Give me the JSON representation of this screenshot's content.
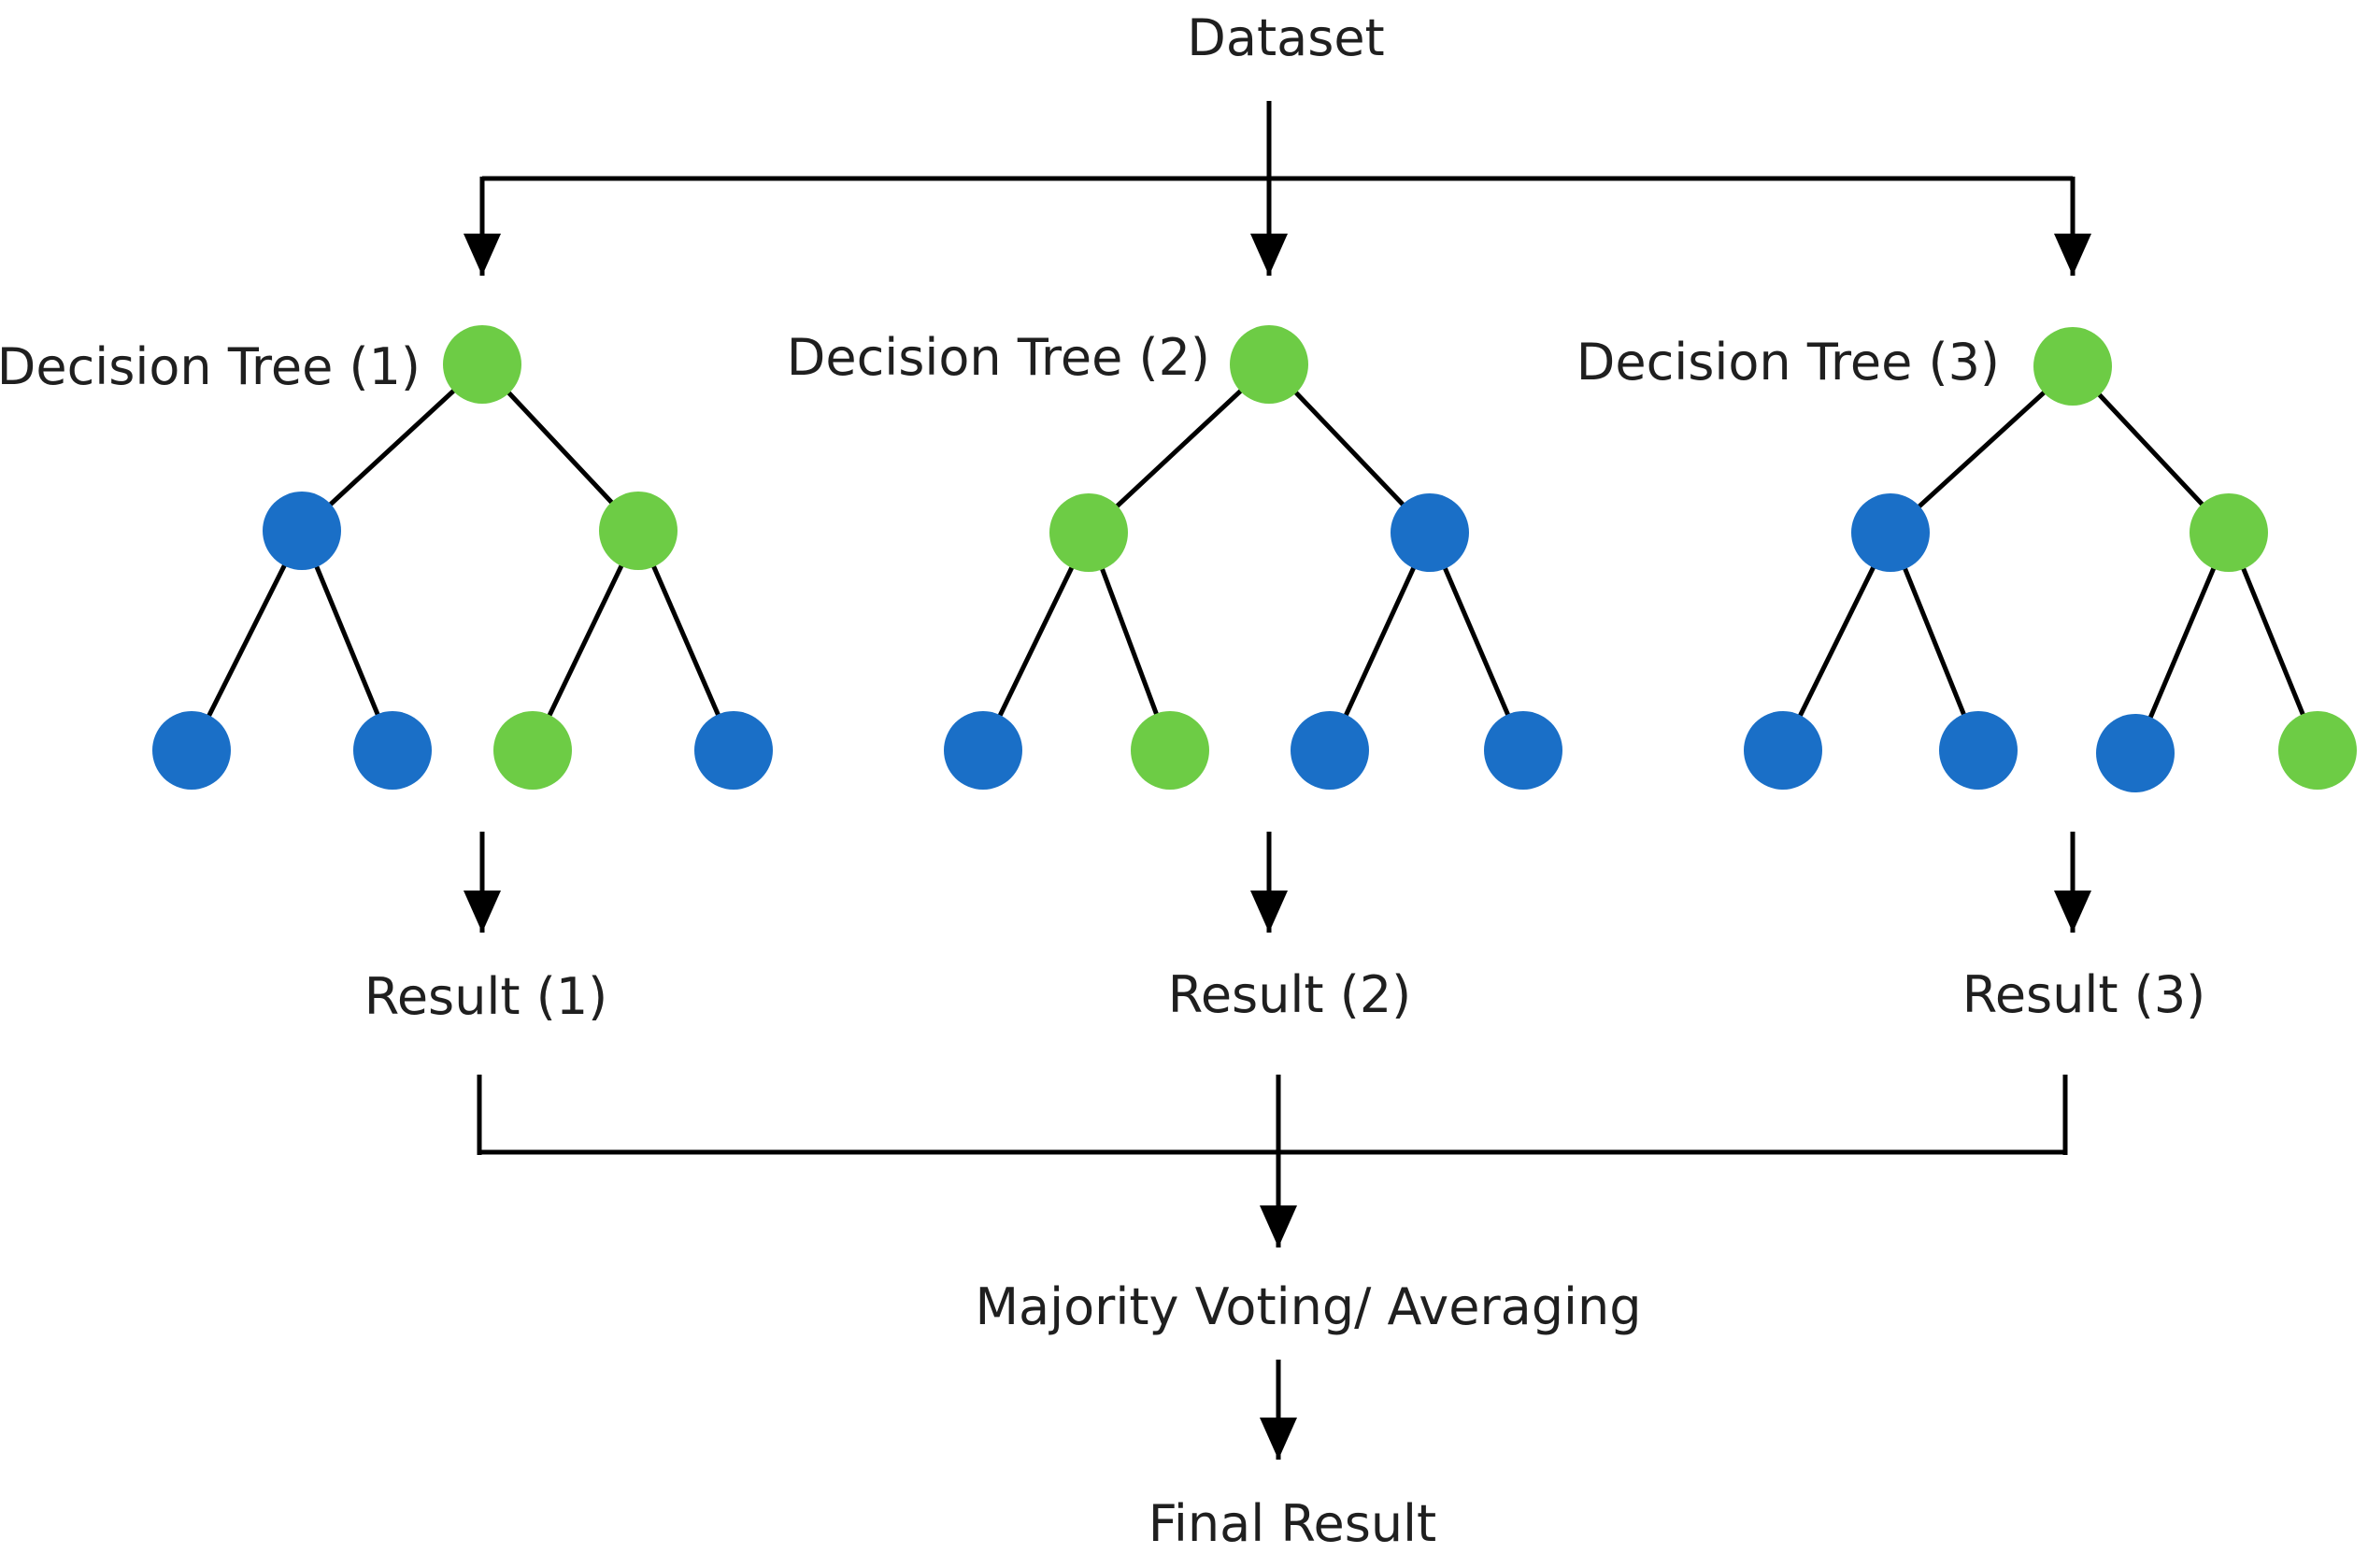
{
  "labels": {
    "dataset": "Dataset",
    "final_result": "Final Result",
    "aggregation": "Majority Voting/ Averaging"
  },
  "trees": [
    {
      "title": "Decision Tree (1)",
      "result": "Result (1)",
      "node_colors": [
        "green",
        "blue",
        "green",
        "blue",
        "blue",
        "green",
        "blue"
      ]
    },
    {
      "title": "Decision Tree (2)",
      "result": "Result (2)",
      "node_colors": [
        "green",
        "green",
        "blue",
        "blue",
        "green",
        "blue",
        "blue"
      ]
    },
    {
      "title": "Decision Tree (3)",
      "result": "Result (3)",
      "node_colors": [
        "green",
        "blue",
        "green",
        "blue",
        "blue",
        "blue",
        "green"
      ]
    }
  ],
  "colors": {
    "green": "#6dcc45",
    "blue": "#1a6fc7",
    "line": "#000000",
    "text": "#1f1f1f"
  }
}
